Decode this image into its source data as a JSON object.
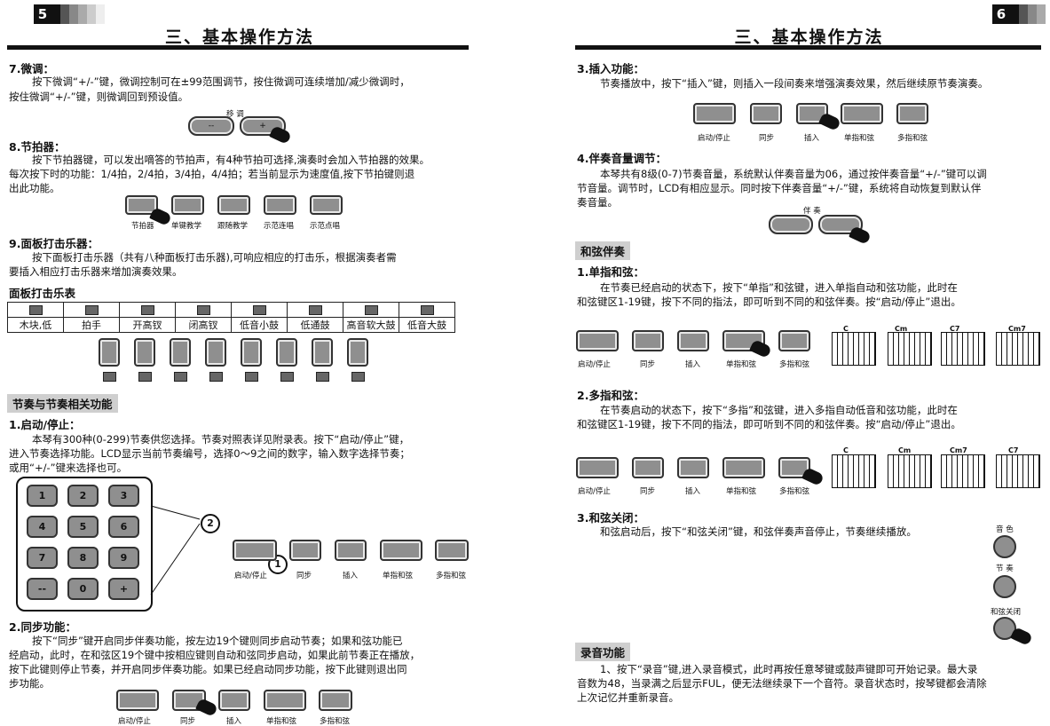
{
  "left_page": {
    "page_number": "5",
    "header_title": "三、基本操作方法",
    "fine_tune": {
      "heading": "7.微调：",
      "lines": [
        "按下微调“+/-”键，微调控制可在±99范围调节，按住微调可连续增加/减少微调时，",
        "按住微调“+/-”键，则微调回到预设值。"
      ],
      "panel_label": "移 调",
      "minus": "--",
      "plus": "+"
    },
    "metronome": {
      "heading": "8.节拍器：",
      "lines": [
        "按下节拍器键，可以发出嘀答的节拍声，有4种节拍可选择,演奏时会加入节拍器的效果。",
        "每次按下时的功能：1/4拍，2/4拍，3/4拍，4/4拍；若当前显示为速度值,按下节拍键则退",
        "出此功能。"
      ],
      "buttons": [
        "节拍器",
        "单键教学",
        "跟随教学",
        "示范连唱",
        "示范点唱"
      ]
    },
    "percussion": {
      "heading": "9.面板打击乐器：",
      "lines": [
        "按下面板打击乐器（共有八种面板打击乐器),可响应相应的打击乐，根据演奏者需",
        "要插入相应打击乐器来增加演奏效果。"
      ],
      "table_title": "面板打击乐表",
      "instruments": [
        "木块,低",
        "拍手",
        "开高钗",
        "闭高钗",
        "低音小鼓",
        "低通鼓",
        "高音软大鼓",
        "低音大鼓"
      ]
    },
    "rhythm_section": {
      "band": "节奏与节奏相关功能",
      "start_stop_heading": "1.启动/停止：",
      "start_stop_lines": [
        "本琴有300种(0-299)节奏供您选择。节奏对照表详见附录表。按下“启动/停止”键，",
        "进入节奏选择功能。LCD显示当前节奏编号，选择0～9之间的数字，输入数字选择节奏；",
        "或用“+/-”键来选择也可。"
      ],
      "keypad": [
        "1",
        "2",
        "3",
        "4",
        "5",
        "6",
        "7",
        "8",
        "9",
        "--",
        "0",
        "+"
      ],
      "callout_1": "1",
      "callout_2": "2",
      "buttons": [
        "启动/停止",
        "同步",
        "插入",
        "单指和弦",
        "多指和弦"
      ],
      "sync_heading": "2.同步功能：",
      "sync_lines": [
        "按下“同步”键开启同步伴奏功能，按左边19个键则同步启动节奏；如果和弦功能已",
        "经启动，此时，在和弦区19个键中按相应键则自动和弦同步启动，如果此前节奏正在播放，",
        "按下此键则停止节奏，并开启同步伴奏功能。如果已经启动同步功能，按下此键则退出同",
        "步功能。"
      ]
    }
  },
  "right_page": {
    "page_number": "6",
    "header_title": "三、基本操作方法",
    "insert": {
      "heading": "3.插入功能：",
      "lines": [
        "节奏播放中，按下“插入”键，则插入一段间奏来增强演奏效果，然后继续原节奏演奏。"
      ]
    },
    "accomp_volume": {
      "heading": "4.伴奏音量调节：",
      "lines": [
        "本琴共有8级(0-7)节奏音量，系统默认伴奏音量为06，通过按伴奏音量“+/-”键可以调",
        "节音量。调节时，LCD有相应显示。同时按下伴奏音量“+/-”键，系统将自动恢复到默认伴",
        "奏音量。"
      ],
      "panel_label": "伴 奏"
    },
    "chord_section": {
      "band": "和弦伴奏",
      "single_heading": "1.单指和弦：",
      "single_lines": [
        "在节奏已经启动的状态下，按下“单指”和弦键，进入单指自动和弦功能，此时在",
        "和弦键区1-19键，按下不同的指法，即可听到不同的和弦伴奏。按“启动/停止”退出。"
      ],
      "single_chords": [
        "C",
        "Cm",
        "C7",
        "Cm7"
      ],
      "multi_heading": "2.多指和弦：",
      "multi_lines": [
        "在节奏启动的状态下，按下“多指”和弦键，进入多指自动低音和弦功能，此时在",
        "和弦键区1-19键，按下不同的指法，即可听到不同的和弦伴奏。按“启动/停止”退出。"
      ],
      "multi_chords": [
        "C",
        "Cm",
        "Cm7",
        "C7"
      ],
      "off_heading": "3.和弦关闭：",
      "off_lines": [
        "和弦启动后，按下“和弦关闭”键，和弦伴奏声音停止，节奏继续播放。"
      ],
      "side_labels": [
        "音 色",
        "节 奏",
        "和弦关闭"
      ],
      "buttons": [
        "启动/停止",
        "同步",
        "插入",
        "单指和弦",
        "多指和弦"
      ]
    },
    "record": {
      "band": "录音功能",
      "lines": [
        "1、按下“录音”键,进入录音模式，此时再按任意琴键或鼓声键即可开始记录。最大录",
        "音数为48，当录满之后显示FUL，便无法继续录下一个音符。录音状态时，按琴键都会清除",
        "上次记忆并重新录音。"
      ]
    }
  }
}
